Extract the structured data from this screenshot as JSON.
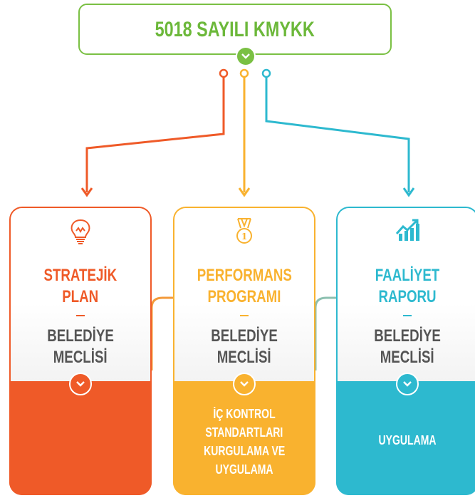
{
  "header": {
    "title": "5018 SAYILI KMYKK"
  },
  "colors": {
    "green": "#7ac043",
    "orange": "#ef5a28",
    "yellow": "#f9b22f",
    "cyan": "#2db9cf",
    "gray_text": "#555555"
  },
  "cards": [
    {
      "title_line1": "STRATEJİK",
      "title_line2": "PLAN",
      "sub_line1": "BELEDİYE",
      "sub_line2": "MECLİSİ",
      "footer_lines": [],
      "icon": "lightbulb-icon"
    },
    {
      "title_line1": "PERFORMANS",
      "title_line2": "PROGRAMI",
      "sub_line1": "BELEDİYE",
      "sub_line2": "MECLİSİ",
      "footer_lines": [
        "İÇ KONTROL",
        "STANDARTLARI",
        "KURGULAMA VE",
        "UYGULAMA"
      ],
      "icon": "medal-icon"
    },
    {
      "title_line1": "FAALİYET",
      "title_line2": "RAPORU",
      "sub_line1": "BELEDİYE",
      "sub_line2": "MECLİSİ",
      "footer_lines": [
        "UYGULAMA"
      ],
      "icon": "growth-chart-icon"
    }
  ]
}
